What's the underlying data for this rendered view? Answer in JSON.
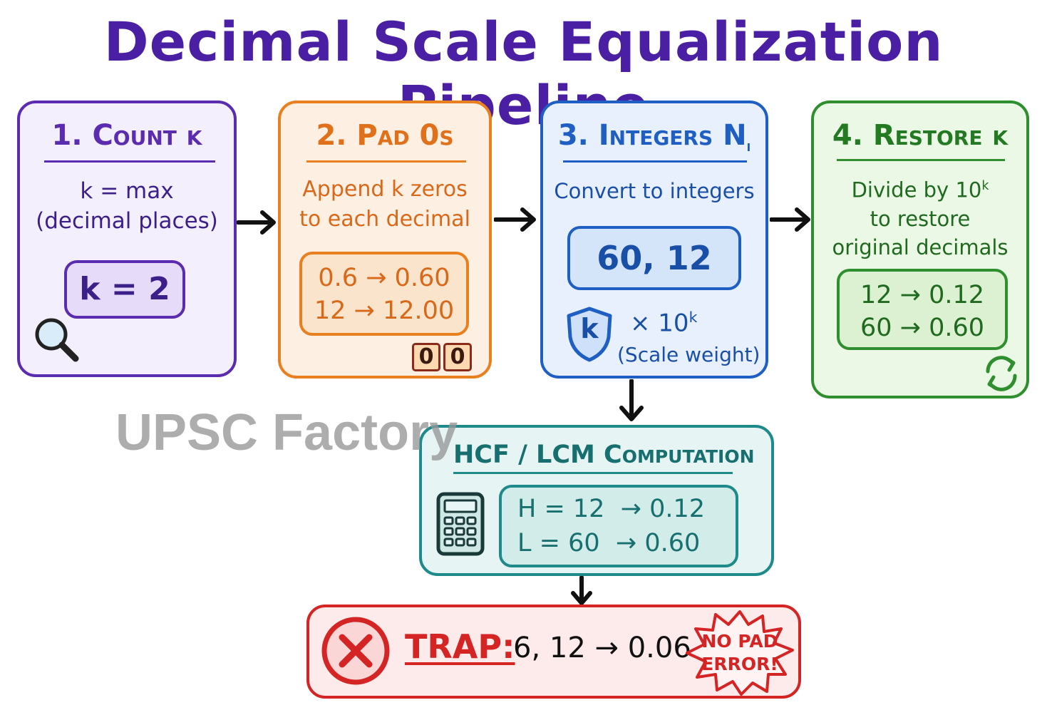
{
  "title": "Decimal Scale Equalization Pipeline",
  "watermark": "UPSC Factory",
  "step1": {
    "title": "1. Count k",
    "desc_line1": "k = max",
    "desc_line2": "(decimal places)",
    "result": "k = 2",
    "icon": "magnifier-icon",
    "color": "#5b2bb0"
  },
  "step2": {
    "title": "2. Pad 0s",
    "desc_line1": "Append k zeros",
    "desc_line2": "to each decimal",
    "example_line1": "0.6 → 0.60",
    "example_line2": "12 → 12.00",
    "zero_tiles": [
      "0",
      "0"
    ],
    "color": "#e9801f"
  },
  "step3": {
    "title_main": "3. Integers N",
    "title_sub": "i",
    "desc": "Convert to integers",
    "result": "60, 12",
    "badge": "k",
    "scale_text": "× 10",
    "scale_sup": "k",
    "scale_note": "(Scale weight)",
    "color": "#1f5fc4"
  },
  "step4": {
    "title": "4. Restore k",
    "desc_line1_main": "Divide by 10",
    "desc_line1_sup": "k",
    "desc_line2": "to restore",
    "desc_line3": "original decimals",
    "example_line1": "12 → 0.12",
    "example_line2": "60 → 0.60",
    "icon": "refresh-icon",
    "color": "#2f8f2f"
  },
  "hcf": {
    "title": "HCF / LCM Computation",
    "line1": "H = 12  → 0.12",
    "line2": "L = 60  → 0.60",
    "icon": "calculator-icon",
    "color": "#1f8a8a"
  },
  "trap": {
    "label": "TRAP:",
    "example": "6, 12 → 0.06",
    "stamp_line1": "NO PAD",
    "stamp_line2": "ERROR!",
    "color": "#d42424"
  }
}
